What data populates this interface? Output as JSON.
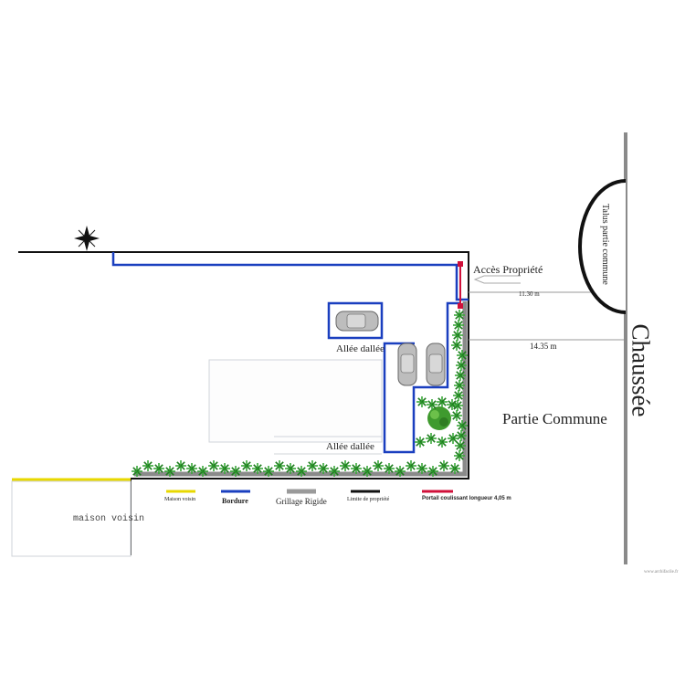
{
  "labels": {
    "acces_propriete": "Accès Propriété",
    "dim_top": "11.30 m",
    "dim_bottom": "14.35 m",
    "allee_dallee_top": "Allée dallée",
    "allee_dallee_bottom": "Allée dallée",
    "partie_commune": "Partie Commune",
    "chaussee": "Chaussée",
    "talus": "Talus partie commune",
    "maison_voisin": "maison voisin",
    "watermark": "www.archifacile.fr"
  },
  "legend": [
    {
      "label": "Maison voisin",
      "color": "#e8d800"
    },
    {
      "label": "Bordure",
      "color": "#1a3fbf"
    },
    {
      "label": "Grillage Rigide",
      "color": "#9a9a9a"
    },
    {
      "label": "Limite de propriété",
      "color": "#111111"
    },
    {
      "label": "Portail coulissant  longueur 4,05 m",
      "color": "#d0103a"
    }
  ],
  "icons": {
    "compass": "compass-rose-icon",
    "car": "car-icon",
    "plant": "plant-icon",
    "tree": "tree-icon"
  }
}
